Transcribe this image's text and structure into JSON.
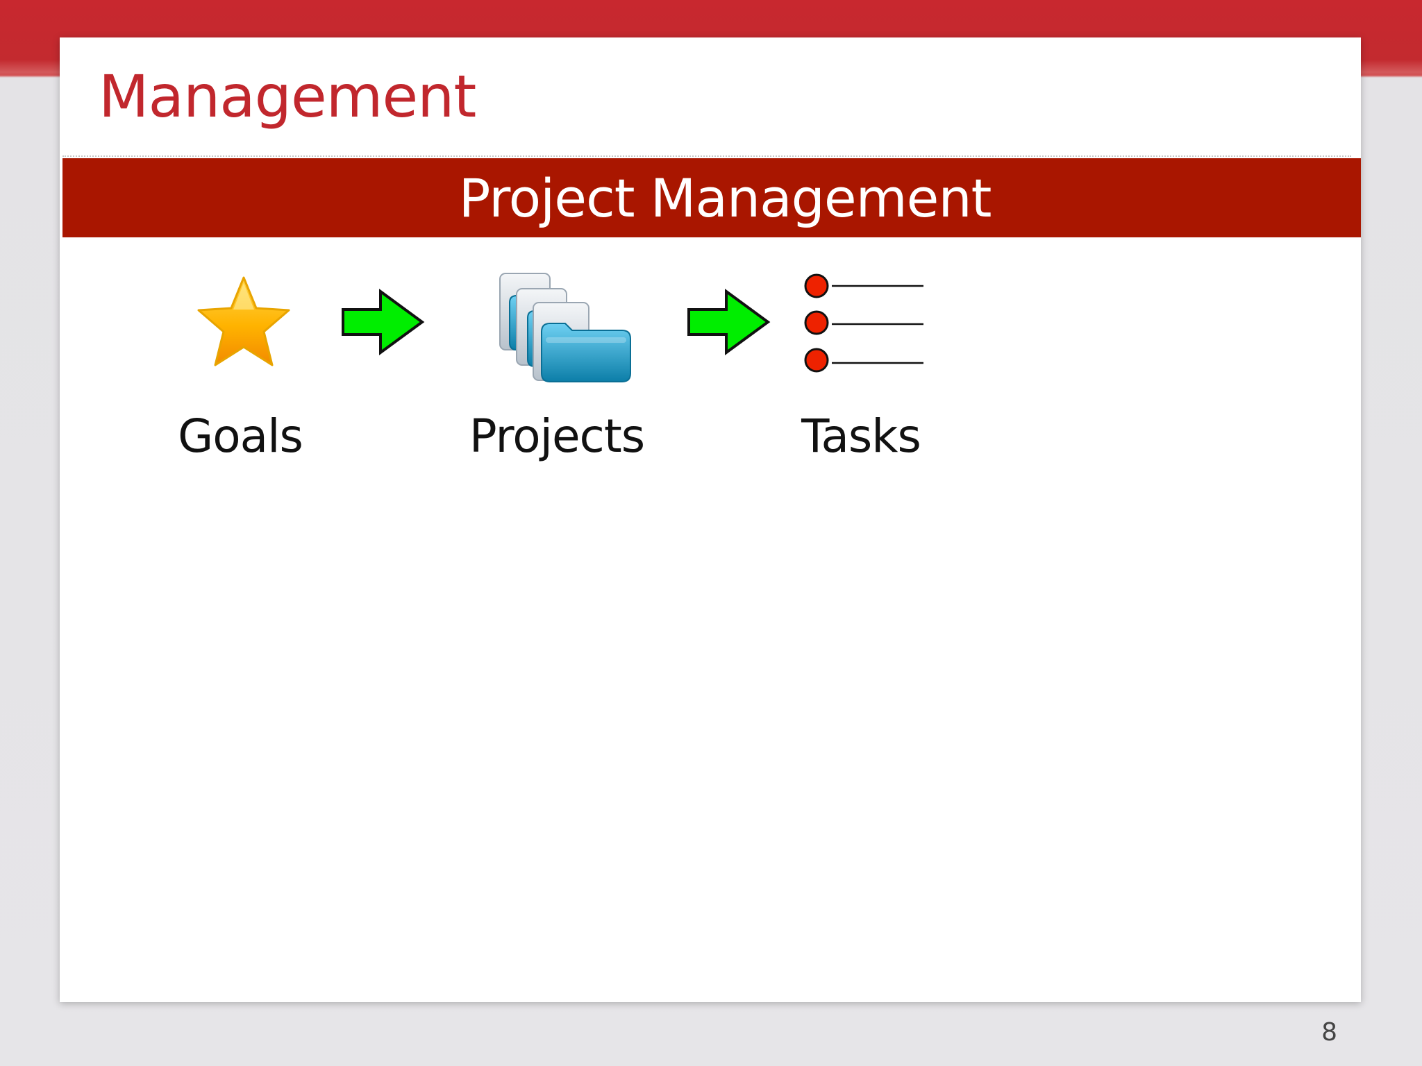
{
  "slide": {
    "title": "Management",
    "banner": "Project Management",
    "steps": [
      {
        "label": "Goals",
        "icon": "star-icon"
      },
      {
        "label": "Projects",
        "icon": "folders-icon"
      },
      {
        "label": "Tasks",
        "icon": "task-list-icon"
      }
    ],
    "arrow_icon": "green-arrow-icon",
    "page_number": "8"
  },
  "colors": {
    "title": "#c1272d",
    "banner": "#a91600",
    "arrow": "#00ee00",
    "bullet": "#ee2200",
    "star": "#f7a500",
    "folder": "#1ea6d6"
  }
}
